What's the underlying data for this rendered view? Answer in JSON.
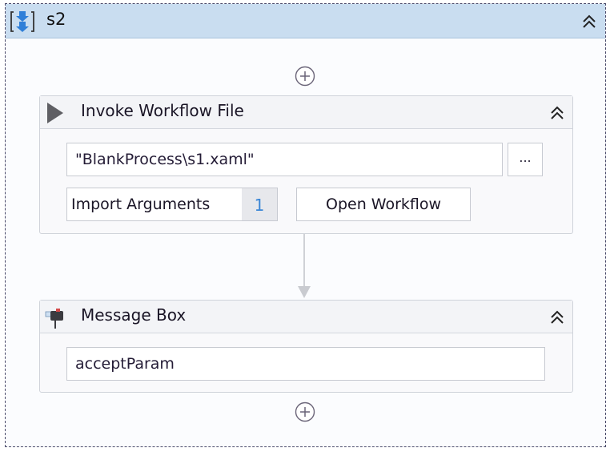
{
  "sequence": {
    "title": "s2",
    "icon": "sequence-icon",
    "collapse_icon": "double-chevron-up-icon",
    "header_color": "#c9ddf0",
    "icon_color": "#2f7fd8"
  },
  "add_activity_icon": "add-circle-icon",
  "activities": [
    {
      "type": "invoke-workflow-file",
      "title": "Invoke Workflow File",
      "icon": "play-icon",
      "file_path": "\"BlankProcess\\s1.xaml\"",
      "browse_label": "...",
      "import_arguments_label": "Import Arguments",
      "import_arguments_count": "1",
      "open_workflow_label": "Open Workflow"
    },
    {
      "type": "message-box",
      "title": "Message Box",
      "icon": "message-box-icon",
      "text": "acceptParam"
    }
  ],
  "colors": {
    "count_badge": "#3a86d6",
    "connector": "#cfd1d6"
  }
}
